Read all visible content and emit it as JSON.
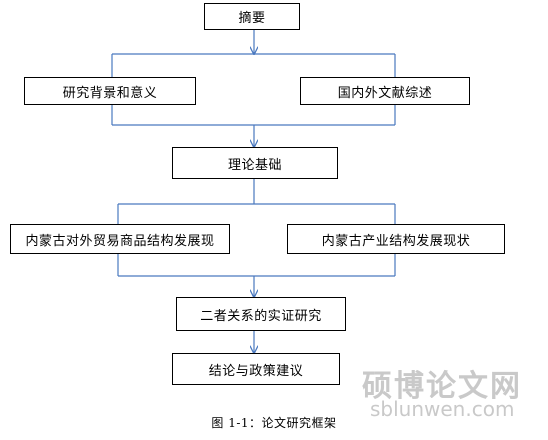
{
  "boxes": {
    "abstract": "摘要",
    "background": "研究背景和意义",
    "literature": "国内外文献综述",
    "theory": "理论基础",
    "trade_structure": "内蒙古对外贸易商品结构发展现",
    "industry_structure": "内蒙古产业结构发展现状",
    "empirical": "二者关系的实证研究",
    "conclusion": "结论与政策建议"
  },
  "caption": "图 1-1：论文研究框架",
  "watermark": {
    "cn": "硕博论文网",
    "en": "sblunwen.com"
  },
  "colors": {
    "connector": "#4a79bf",
    "box_border": "#000000",
    "watermark": "#c9c9c9"
  }
}
